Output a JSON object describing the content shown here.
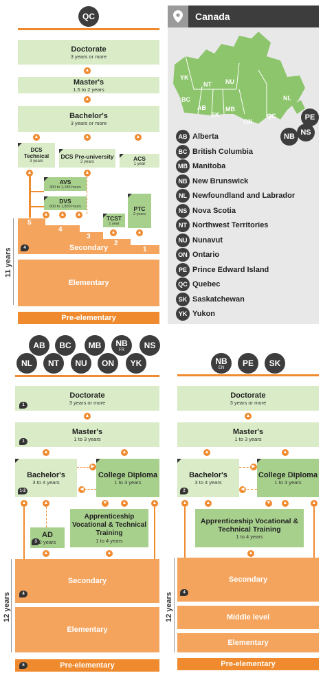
{
  "qc_tag": "QC",
  "canada": {
    "title": "Canada",
    "map_labels": [
      "YK",
      "NT",
      "NU",
      "BC",
      "AB",
      "SK",
      "MB",
      "ON",
      "QC",
      "NL",
      "PE",
      "NB",
      "NS"
    ],
    "provinces": [
      {
        "code": "AB",
        "name": "Alberta"
      },
      {
        "code": "BC",
        "name": "British Columbia"
      },
      {
        "code": "MB",
        "name": "Manitoba"
      },
      {
        "code": "NB",
        "name": "New Brunswick"
      },
      {
        "code": "NL",
        "name": "Newfoundland and Labrador"
      },
      {
        "code": "NS",
        "name": "Nova Scotia"
      },
      {
        "code": "NT",
        "name": "Northwest Territories"
      },
      {
        "code": "NU",
        "name": "Nunavut"
      },
      {
        "code": "ON",
        "name": "Ontario"
      },
      {
        "code": "PE",
        "name": "Prince Edward Island"
      },
      {
        "code": "QC",
        "name": "Quebec"
      },
      {
        "code": "SK",
        "name": "Saskatchewan"
      },
      {
        "code": "YK",
        "name": "Yukon"
      }
    ]
  },
  "qc": {
    "doctorate": {
      "title": "Doctorate",
      "sub": "3 years or more"
    },
    "masters": {
      "title": "Master's",
      "sub": "1.5 to 2 years"
    },
    "bachelors": {
      "title": "Bachelor's",
      "sub": "3 years or more"
    },
    "dcs_tech": {
      "title": "DCS Technical",
      "sub": "3 years"
    },
    "dcs_pre": {
      "title": "DCS Pre-university",
      "sub": "2 years"
    },
    "acs": {
      "title": "ACS",
      "sub": "1 year"
    },
    "avs": {
      "title": "AVS",
      "sub": "300 to 1,185 hours"
    },
    "dvs": {
      "title": "DVS",
      "sub": "600 to 1,800 hours"
    },
    "tcst": {
      "title": "TCST",
      "sub": "1 year"
    },
    "ptc": {
      "title": "PTC",
      "sub": "2 years"
    },
    "steps": [
      "5",
      "4",
      "3",
      "2",
      "1"
    ],
    "secondary": "Secondary",
    "elementary": "Elementary",
    "pre": "Pre-elementary",
    "years": "11 years",
    "note": "4"
  },
  "group2": {
    "tags": [
      {
        "code": "AB",
        "sub": ""
      },
      {
        "code": "BC",
        "sub": ""
      },
      {
        "code": "MB",
        "sub": ""
      },
      {
        "code": "NB",
        "sub": "FR"
      },
      {
        "code": "NS",
        "sub": ""
      },
      {
        "code": "NL",
        "sub": ""
      },
      {
        "code": "NT",
        "sub": ""
      },
      {
        "code": "NU",
        "sub": ""
      },
      {
        "code": "ON",
        "sub": ""
      },
      {
        "code": "YK",
        "sub": ""
      }
    ],
    "doctorate": {
      "title": "Doctorate",
      "sub": "3 years or more",
      "note": "1"
    },
    "masters": {
      "title": "Master's",
      "sub": "1 to 3 years",
      "note": "1"
    },
    "bachelors": {
      "title": "Bachelor's",
      "sub": "3 to 4 years",
      "note": "1-2"
    },
    "college": {
      "title": "College Diploma",
      "sub": "1 to 3 years"
    },
    "appr": {
      "title": "Apprenticeship Vocational & Technical Training",
      "sub": "1 to 4 years"
    },
    "ad": {
      "title": "AD",
      "sub": "2 years",
      "note": "3"
    },
    "secondary": "Secondary",
    "elementary": "Elementary",
    "pre": "Pre-elementary",
    "years": "12 years",
    "note_sec": "4",
    "note_pre": "5"
  },
  "group3": {
    "tags": [
      {
        "code": "NB",
        "sub": "EN"
      },
      {
        "code": "PE",
        "sub": ""
      },
      {
        "code": "SK",
        "sub": ""
      }
    ],
    "doctorate": {
      "title": "Doctorate",
      "sub": "3 years or more"
    },
    "masters": {
      "title": "Master's",
      "sub": "1 to 3 years"
    },
    "bachelors": {
      "title": "Bachelor's",
      "sub": "3 to 4 years",
      "note": "2"
    },
    "college": {
      "title": "College Diploma",
      "sub": "1 to 3 years"
    },
    "appr": {
      "title": "Apprenticeship Vocational & Technical Training",
      "sub": "1 to 4 years"
    },
    "secondary": "Secondary",
    "middle": "Middle level",
    "elementary": "Elementary",
    "pre": "Pre-elementary",
    "years": "12 years",
    "note_sec": "4"
  }
}
